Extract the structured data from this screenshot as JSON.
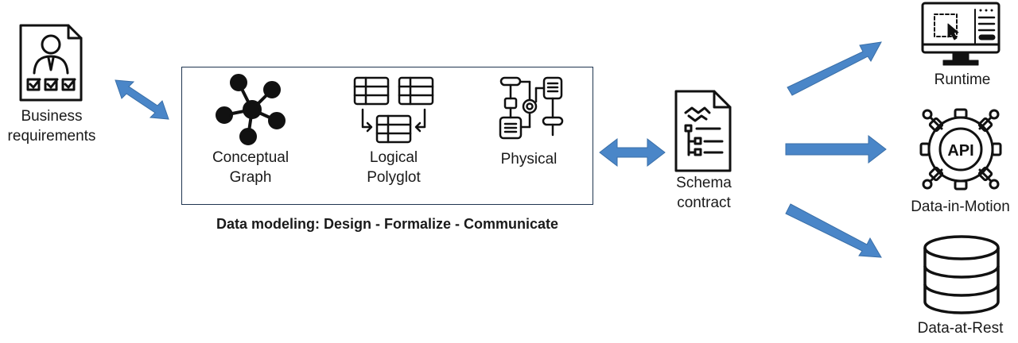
{
  "nodes": {
    "business": "Business\nrequirements",
    "conceptual": "Conceptual\nGraph",
    "logical": "Logical\nPolyglot",
    "physical": "Physical",
    "schema": "Schema\ncontract",
    "runtime": "Runtime",
    "motion": "Data-in-Motion",
    "rest": "Data-at-Rest"
  },
  "caption": "Data modeling: Design - Formalize - Communicate",
  "icon_labels": {
    "api": "API"
  },
  "colors": {
    "arrow": "#4a86c8",
    "arrow_stroke": "#3a6fa8",
    "ink": "#111111",
    "box_border": "#1f3550"
  },
  "icons": [
    "business-person-document-icon",
    "conceptual-graph-icon",
    "logical-tables-icon",
    "physical-flow-icon",
    "schema-contract-document-icon",
    "runtime-monitor-icon",
    "api-gear-icon",
    "database-icon"
  ]
}
